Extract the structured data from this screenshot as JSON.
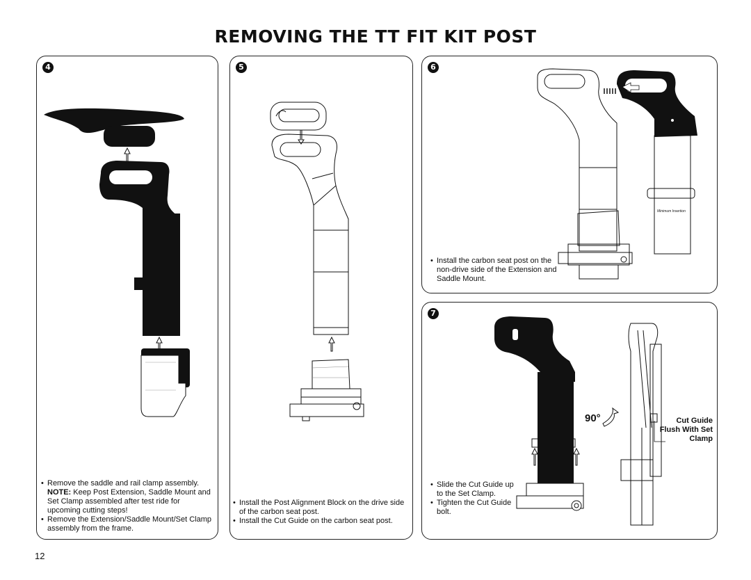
{
  "title": "REMOVING THE TT FIT KIT POST",
  "page_number": "12",
  "steps": {
    "s4": {
      "number": "4",
      "bullet1_pre": "Remove the saddle and rail clamp assembly. ",
      "bullet1_note_label": "NOTE:",
      "bullet1_note_text": " Keep Post Extension, Saddle Mount and Set Clamp assembled after test ride for upcoming cutting steps!",
      "bullet2": "Remove the Extension/Saddle Mount/Set Clamp assembly from the frame."
    },
    "s5": {
      "number": "5",
      "bullet1": "Install the Post Alignment Block on the drive side of the carbon seat post.",
      "bullet2": "Install the Cut Guide on the carbon seat post."
    },
    "s6": {
      "number": "6",
      "bullet1": "Install the carbon seat post on the non-drive side of the Extension and Saddle Mount.",
      "post_label": "Minimum Insertion"
    },
    "s7": {
      "number": "7",
      "bullet1": "Slide the Cut Guide up to the Set Clamp.",
      "bullet2": "Tighten the Cut Guide bolt.",
      "angle": "90°",
      "callout": "Cut Guide Flush With Set Clamp"
    }
  }
}
